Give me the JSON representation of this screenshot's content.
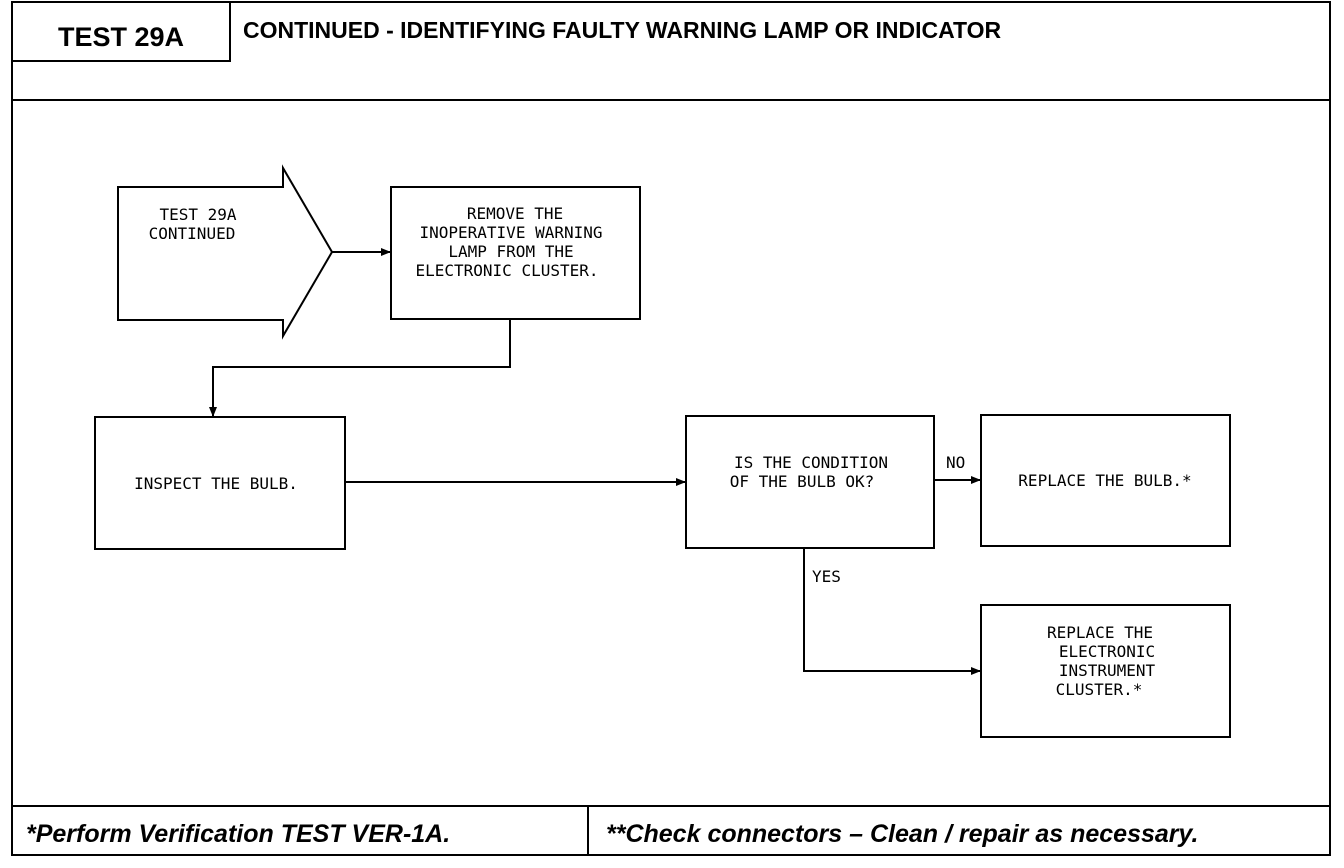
{
  "header": {
    "test_id": "TEST 29A",
    "title": "CONTINUED - IDENTIFYING FAULTY WARNING LAMP OR INDICATOR"
  },
  "flowchart": {
    "entry": {
      "lines": [
        "TEST 29A",
        "CONTINUED"
      ]
    },
    "remove_lamp": {
      "lines": [
        "REMOVE THE",
        "INOPERATIVE WARNING",
        "LAMP FROM THE",
        "ELECTRONIC CLUSTER."
      ]
    },
    "inspect_bulb": {
      "lines": [
        "INSPECT THE BULB."
      ]
    },
    "decision": {
      "lines": [
        "IS THE CONDITION",
        "OF THE BULB OK?"
      ]
    },
    "replace_bulb": {
      "lines": [
        "REPLACE THE BULB.*"
      ]
    },
    "replace_cluster": {
      "lines": [
        "REPLACE THE",
        "ELECTRONIC",
        "INSTRUMENT",
        "CLUSTER.*"
      ]
    },
    "label_no": "NO",
    "label_yes": "YES"
  },
  "footer": {
    "left_note": "*Perform Verification TEST VER-1A.",
    "right_note": "**Check connectors – Clean / repair as necessary."
  }
}
